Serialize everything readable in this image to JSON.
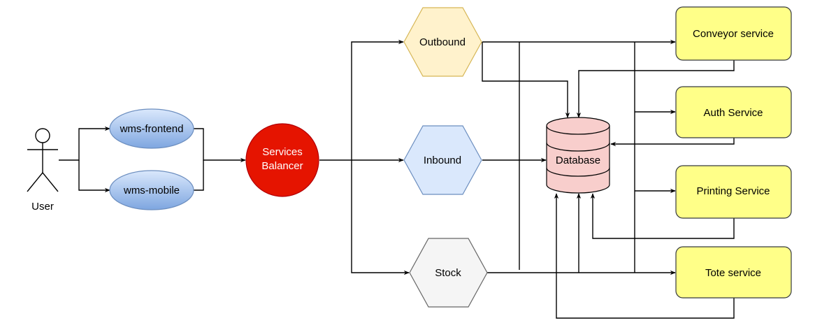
{
  "actor": {
    "label": "User"
  },
  "clients": {
    "frontend": "wms-frontend",
    "mobile": "wms-mobile"
  },
  "balancer": {
    "line1": "Services",
    "line2": "Balancer"
  },
  "services": {
    "outbound": "Outbound",
    "inbound": "Inbound",
    "stock": "Stock"
  },
  "database": {
    "label": "Database"
  },
  "external": {
    "conveyor": "Conveyor service",
    "auth": "Auth Service",
    "printing": "Printing Service",
    "tote": "Tote service"
  },
  "colors": {
    "client_fill_top": "#dae8fc",
    "client_fill_bottom": "#7ea6e0",
    "client_stroke": "#6c8ebf",
    "balancer_fill": "#e51400",
    "balancer_stroke": "#b20000",
    "outbound_fill": "#fff2cc",
    "outbound_stroke": "#d6b656",
    "inbound_fill": "#dae8fc",
    "inbound_stroke": "#6c8ebf",
    "stock_fill": "#f5f5f5",
    "stock_stroke": "#666666",
    "database_fill": "#f8cecc",
    "database_stroke": "#000000",
    "external_fill": "#ffff88",
    "external_stroke": "#36393d"
  }
}
